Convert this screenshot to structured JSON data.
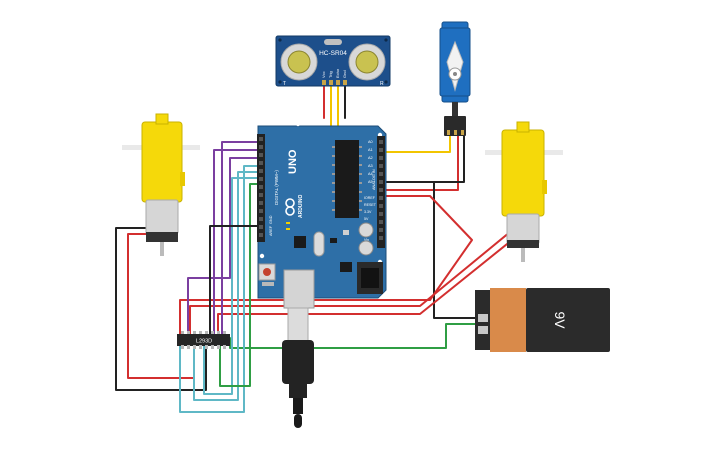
{
  "sensor": {
    "model": "HC-SR04",
    "pins": [
      "Vcc",
      "Trig",
      "Echo",
      "Gnd"
    ],
    "mark_left": "T",
    "mark_right": "R"
  },
  "arduino": {
    "board": "UNO",
    "brand": "ARDUINO",
    "digital_label": "DIGITAL (PWM~)",
    "analog_label": "ANALOG IN",
    "aref_label": "AREF",
    "gnd_label": "GND",
    "power_labels": [
      "IOREF",
      "RESET",
      "3.3V",
      "5V",
      "GND",
      "GND",
      "Vin"
    ],
    "analog_pins": [
      "A0",
      "A1",
      "A2",
      "A3",
      "A4",
      "A5"
    ]
  },
  "driver": {
    "model": "L293D"
  },
  "battery": {
    "label": "9V"
  },
  "colors": {
    "board": "#2e6fa7",
    "wire_red": "#d32f2f",
    "wire_black": "#222222",
    "wire_yellow": "#f2c500",
    "wire_purple": "#7b3fa0",
    "wire_teal": "#5fb8c6",
    "wire_green": "#2f9e44",
    "motor_yellow": "#f5d90a",
    "battery_orange": "#d98a4a",
    "battery_dark": "#2b2b2b",
    "servo_blue": "#1f6fc0"
  }
}
